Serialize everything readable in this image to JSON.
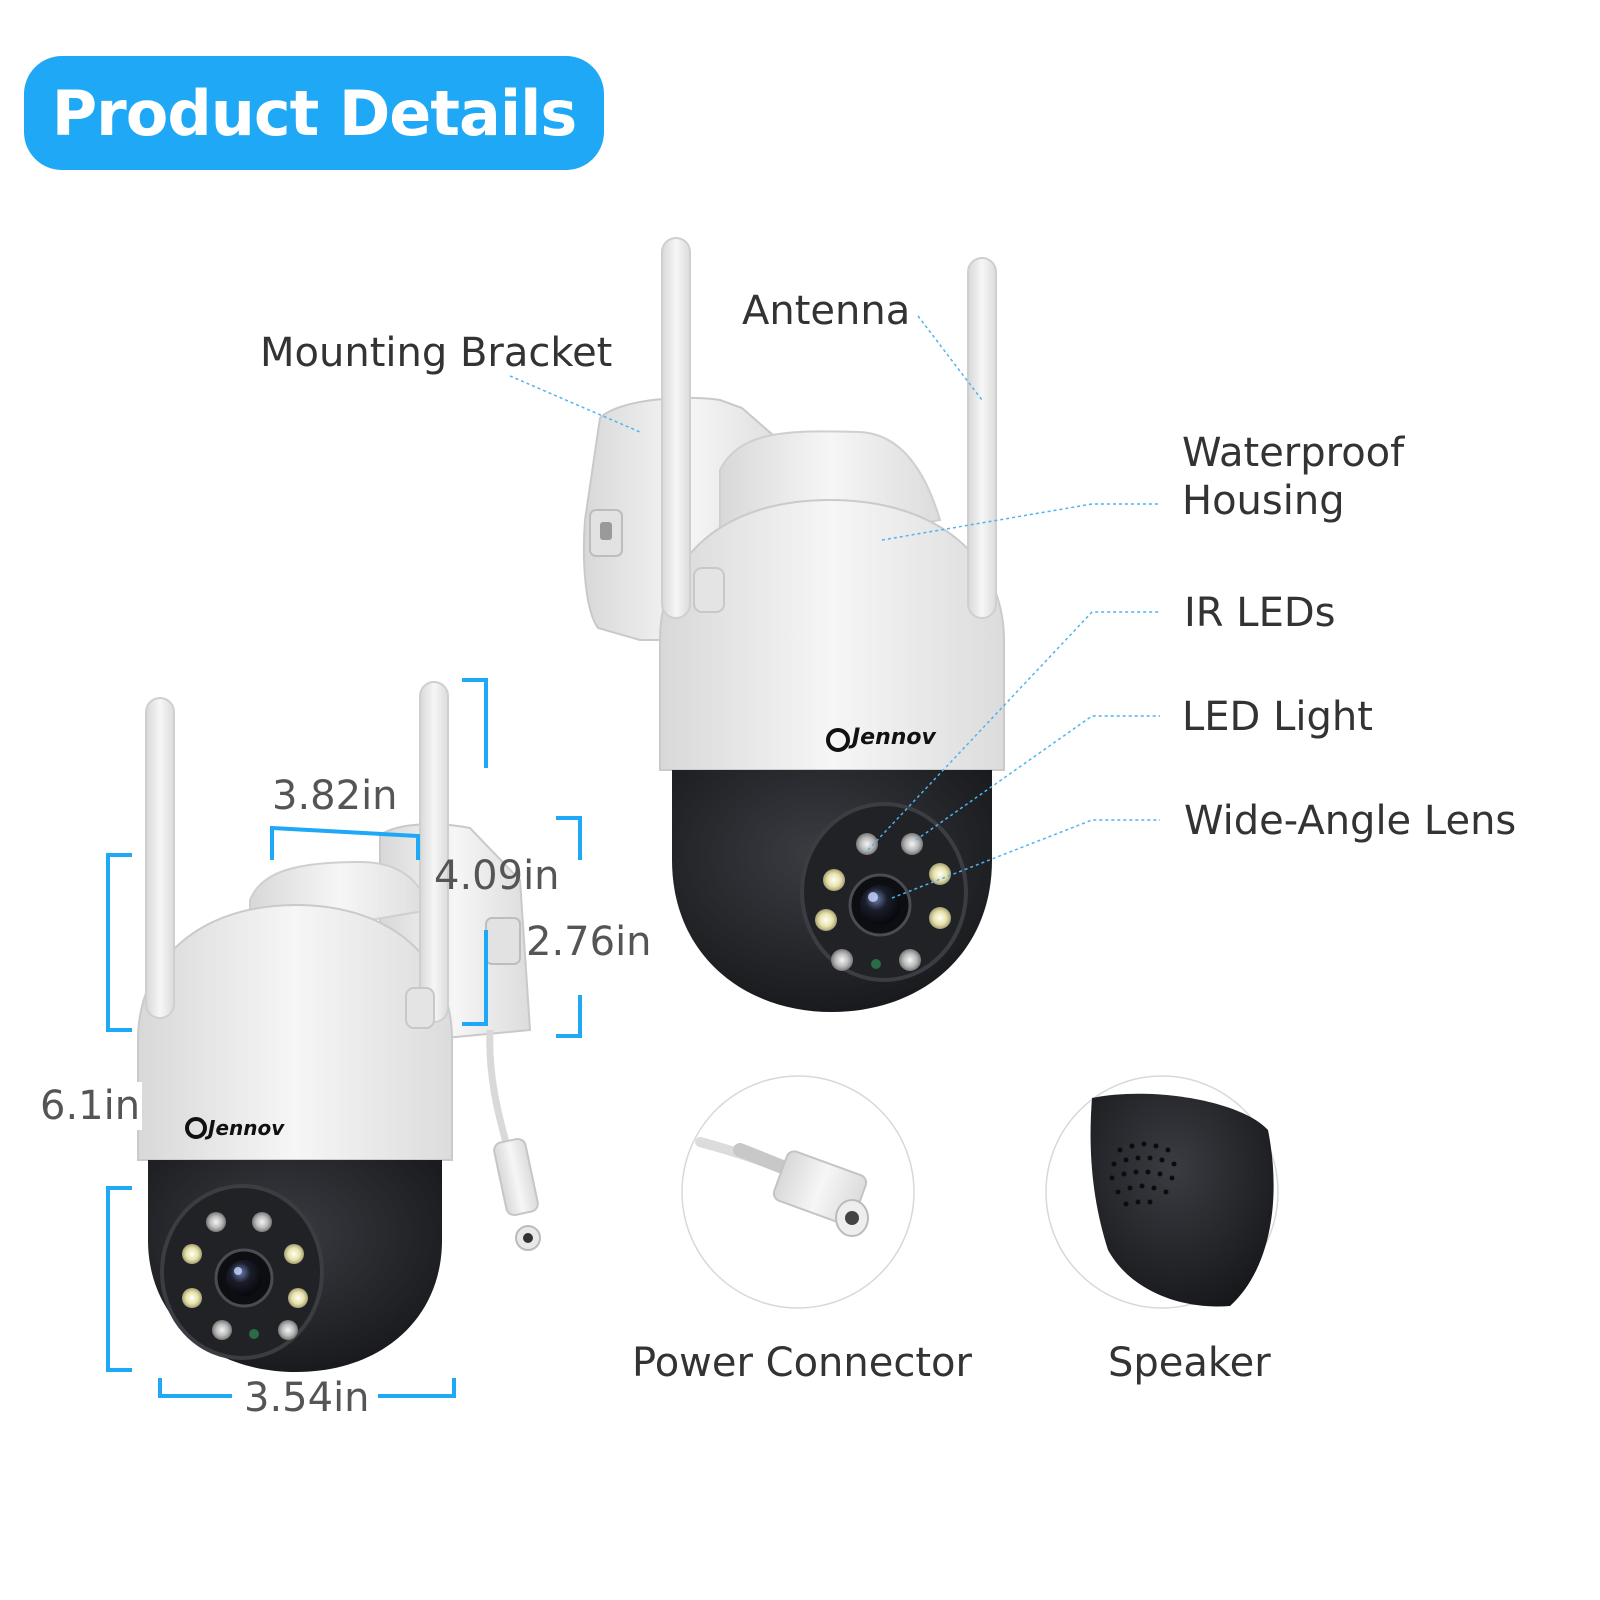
{
  "header": {
    "title": "Product Details"
  },
  "colors": {
    "accent": "#1ea8f5",
    "text": "#333333",
    "camera_white": "#ececec",
    "camera_black": "#1c1d20"
  },
  "brand": {
    "logo": "Jennov"
  },
  "callouts": {
    "mounting_bracket": "Mounting Bracket",
    "antenna": "Antenna",
    "waterproof_housing_1": "Waterproof",
    "waterproof_housing_2": "Housing",
    "ir_leds": "IR LEDs",
    "led_light": "LED Light",
    "wide_angle_lens": "Wide-Angle Lens"
  },
  "dimensions": {
    "bracket_width": "3.82in",
    "bracket_depth": "4.09in",
    "bracket_height": "2.76in",
    "total_height": "6.1in",
    "dome_width": "3.54in"
  },
  "details": {
    "power_connector": "Power Connector",
    "speaker": "Speaker"
  }
}
